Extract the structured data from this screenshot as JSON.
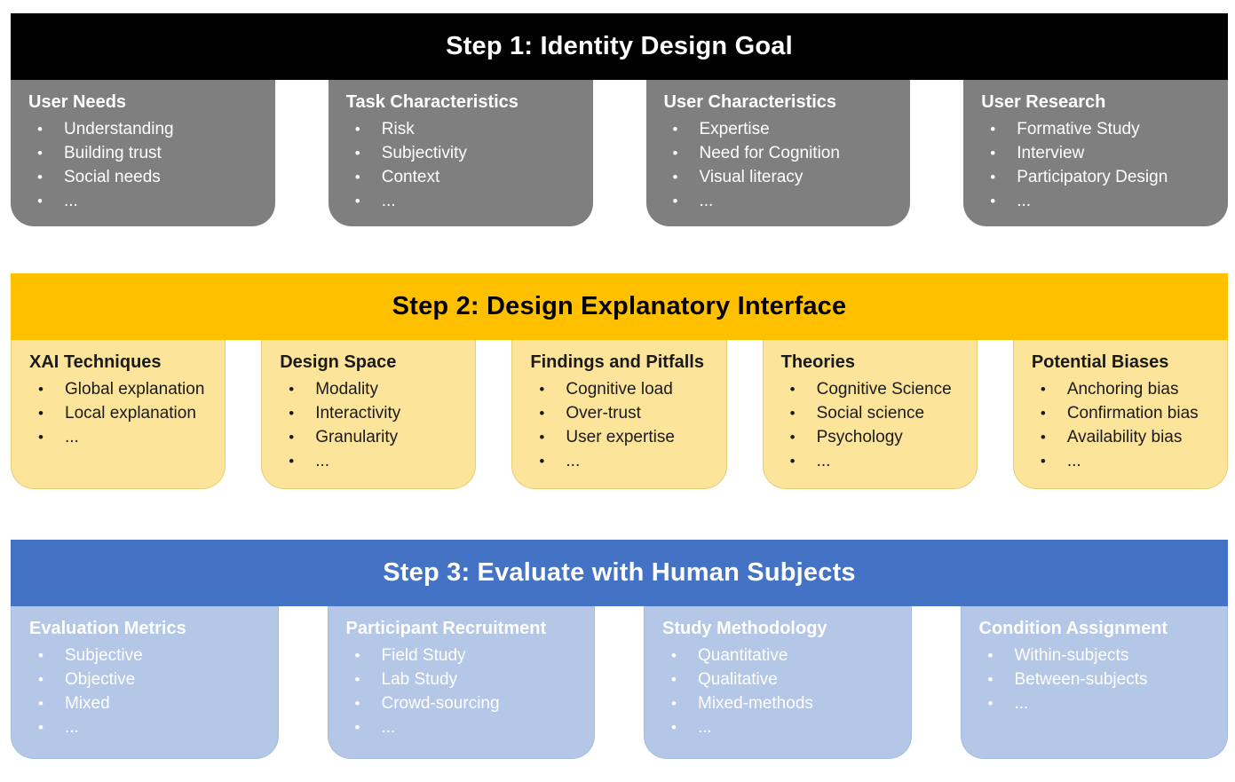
{
  "steps": [
    {
      "title": "Step 1: Identity Design Goal",
      "colors": {
        "header_bg": "#000000",
        "header_text": "#FFFFFF",
        "card_bg": "#7F7F7F",
        "card_text": "#FFFFFF"
      },
      "cards": [
        {
          "heading": "User Needs",
          "items": [
            "Understanding",
            "Building trust",
            "Social needs",
            "..."
          ]
        },
        {
          "heading": "Task Characteristics",
          "items": [
            "Risk",
            "Subjectivity",
            "Context",
            "..."
          ]
        },
        {
          "heading": "User Characteristics",
          "items": [
            "Expertise",
            "Need for Cognition",
            "Visual literacy",
            "..."
          ]
        },
        {
          "heading": "User Research",
          "items": [
            "Formative Study",
            "Interview",
            "Participatory Design",
            "..."
          ]
        }
      ]
    },
    {
      "title": "Step 2: Design Explanatory Interface",
      "colors": {
        "header_bg": "#FFC000",
        "header_text": "#000000",
        "card_bg": "#FCE49B",
        "card_text": "#1A1A1A"
      },
      "cards": [
        {
          "heading": "XAI Techniques",
          "items": [
            "Global explanation",
            "Local explanation",
            "..."
          ]
        },
        {
          "heading": "Design Space",
          "items": [
            "Modality",
            "Interactivity",
            "Granularity",
            "..."
          ]
        },
        {
          "heading": "Findings and Pitfalls",
          "items": [
            "Cognitive load",
            "Over-trust",
            "User expertise",
            "..."
          ]
        },
        {
          "heading": "Theories",
          "items": [
            "Cognitive Science",
            "Social science",
            "Psychology",
            "..."
          ]
        },
        {
          "heading": "Potential Biases",
          "items": [
            "Anchoring bias",
            "Confirmation bias",
            "Availability bias",
            "..."
          ]
        }
      ]
    },
    {
      "title": "Step 3: Evaluate with Human Subjects",
      "colors": {
        "header_bg": "#4472C4",
        "header_text": "#FFFFFF",
        "card_bg": "#B4C7E7",
        "card_text": "#FFFFFF"
      },
      "cards": [
        {
          "heading": "Evaluation Metrics",
          "items": [
            "Subjective",
            "Objective",
            "Mixed",
            "..."
          ]
        },
        {
          "heading": "Participant Recruitment",
          "items": [
            "Field Study",
            "Lab Study",
            "Crowd-sourcing",
            "..."
          ]
        },
        {
          "heading": "Study Methodology",
          "items": [
            "Quantitative",
            "Qualitative",
            "Mixed-methods",
            "..."
          ]
        },
        {
          "heading": "Condition Assignment",
          "items": [
            "Within-subjects",
            "Between-subjects",
            "..."
          ]
        }
      ]
    }
  ]
}
